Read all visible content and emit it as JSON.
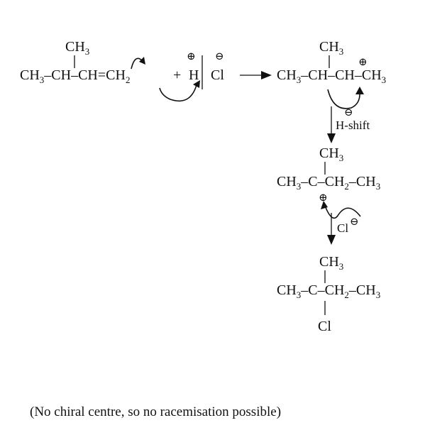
{
  "reactant": {
    "methyl": "CH",
    "methyl_sub": "3",
    "chain_a": "CH",
    "chain_a_sub": "3",
    "chain_b": "–CH–CH=CH",
    "chain_b_sub": "2",
    "plus": "+",
    "hydrogen": "H",
    "chlorine": "Cl",
    "plus_charge": "⊕",
    "minus_charge": "⊖"
  },
  "carbocation_secondary": {
    "methyl": "CH",
    "methyl_sub": "3",
    "chain_a": "CH",
    "chain_a_sub": "3",
    "chain_b": "–CH–CH–CH",
    "chain_b_sub": "3",
    "plus_charge": "⊕"
  },
  "hydride_shift": {
    "minus_charge": "⊖",
    "label": "H-shift"
  },
  "carbocation_tertiary": {
    "methyl": "CH",
    "methyl_sub": "3",
    "chain_a": "CH",
    "chain_a_sub": "3",
    "chain_b": "–C–CH",
    "chain_b_sub": "2",
    "chain_c": "–CH",
    "chain_c_sub": "3",
    "plus_charge": "⊕"
  },
  "chloride_attack": {
    "label": "Cl",
    "minus_charge": "⊖"
  },
  "product": {
    "methyl": "CH",
    "methyl_sub": "3",
    "chain_a": "CH",
    "chain_a_sub": "3",
    "chain_b": "–C–CH",
    "chain_b_sub": "2",
    "chain_c": "–CH",
    "chain_c_sub": "3",
    "chlorine": "Cl"
  },
  "caption": "(No chiral centre, so no racemisation possible)"
}
